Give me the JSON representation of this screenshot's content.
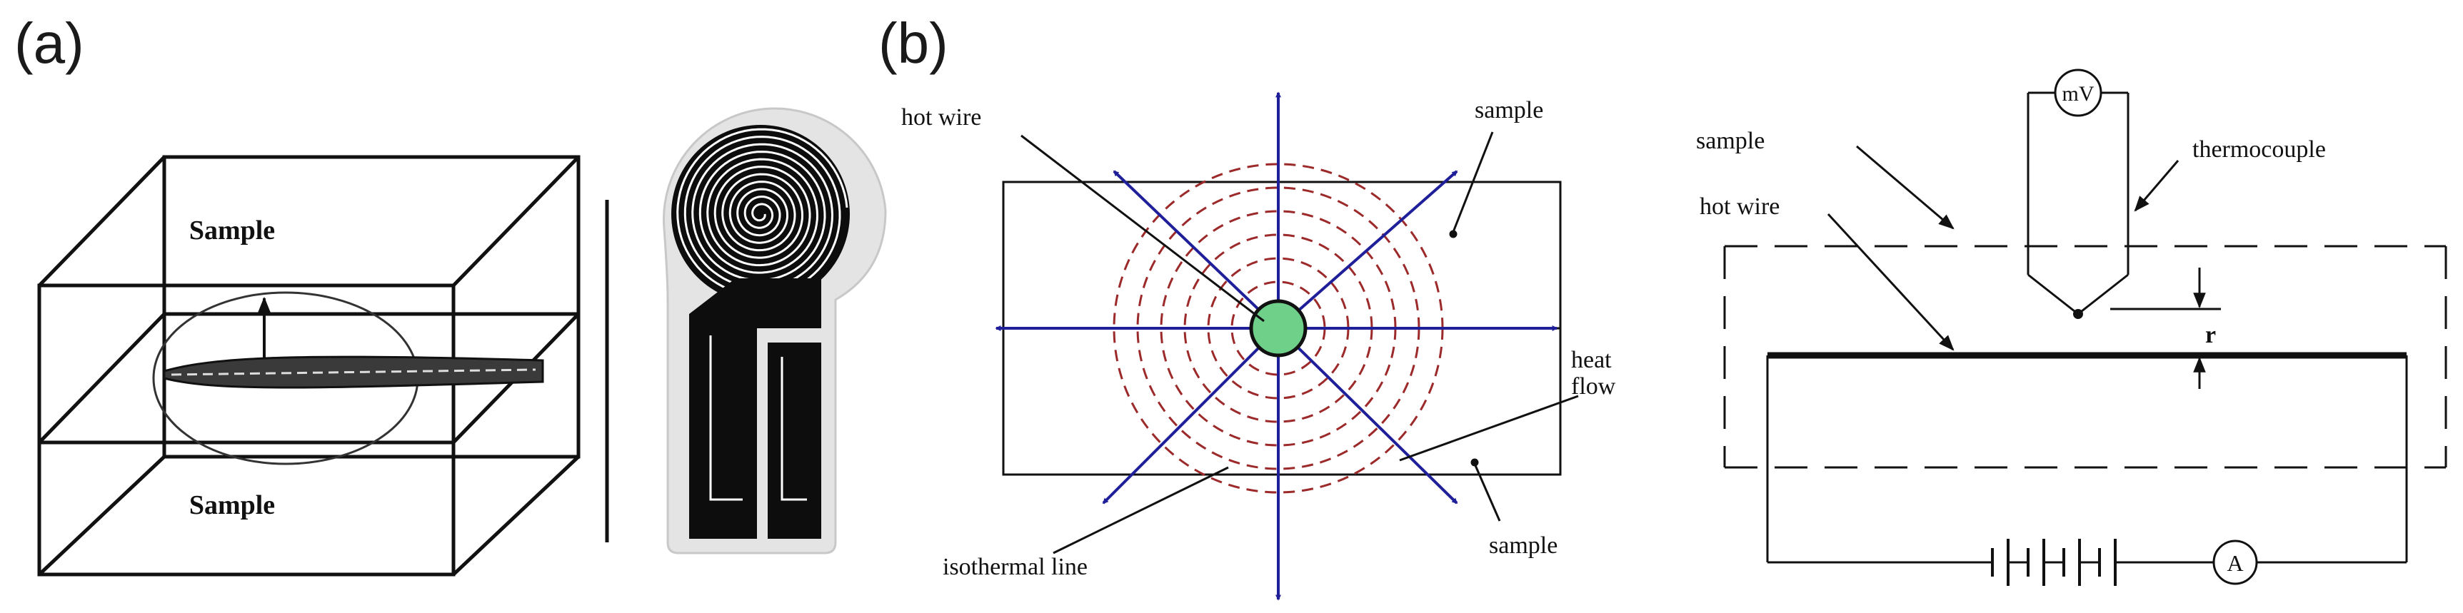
{
  "panel_a": {
    "label": "(a)",
    "cube_top_label": "Sample",
    "cube_bottom_label": "Sample"
  },
  "panel_b": {
    "label": "(b)",
    "labels": {
      "hot_wire": "hot wire",
      "sample_top": "sample",
      "heat": "heat",
      "flow": "flow",
      "sample_bottom": "sample",
      "isothermal_line": "isothermal line"
    },
    "isotherm_count": 6
  },
  "panel_c": {
    "labels": {
      "meter": "mV",
      "sample": "sample",
      "thermocouple": "thermocouple",
      "hot_wire": "hot wire",
      "distance": "r",
      "ammeter": "A"
    }
  },
  "colors": {
    "outline": "#111111",
    "arrow_blue": "#1f1f9a",
    "isotherm_red": "#9c2a2a",
    "core_green": "#6fd08a",
    "sensor_black": "#0d0d0d"
  }
}
